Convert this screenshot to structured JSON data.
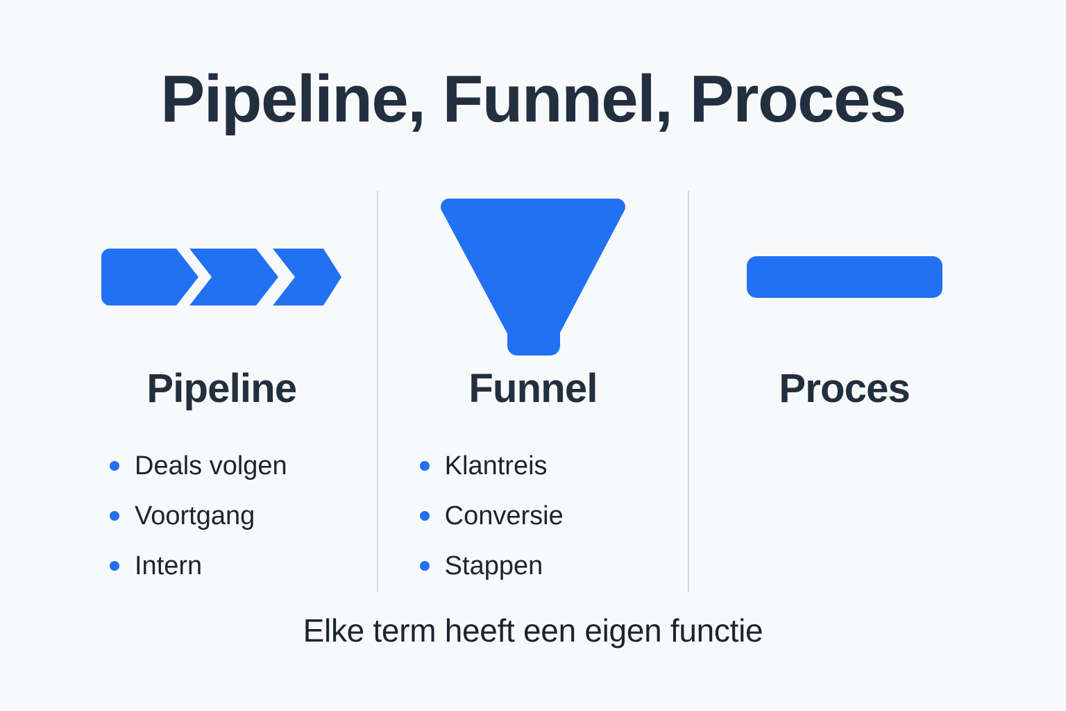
{
  "slide": {
    "title": "Pipeline, Funnel, Proces",
    "caption": "Elke term heeft een eigen functie",
    "background_color": "#f8f9fa",
    "accent_color": "#2271f3",
    "heading_color": "#222f3e",
    "divider_color": "#d4d8de"
  },
  "columns": [
    {
      "id": "pipeline",
      "heading": "Pipeline",
      "icon": "chevron-arrows-icon",
      "bullets": [
        "Deals volgen",
        "Voortgang",
        "Intern"
      ]
    },
    {
      "id": "funnel",
      "heading": "Funnel",
      "icon": "funnel-icon",
      "bullets": [
        "Klantreis",
        "Conversie",
        "Stappen"
      ]
    },
    {
      "id": "proces",
      "heading": "Proces",
      "icon": "rounded-bar-icon",
      "bullets": []
    }
  ]
}
